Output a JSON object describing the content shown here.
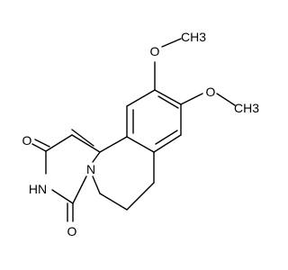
{
  "structure": {
    "atoms": {
      "o_carbonyl_top": "O",
      "nh": "HN",
      "o_carbonyl_bottom": "O",
      "nitrogen": "N",
      "o_methoxy_upper": "O",
      "o_methoxy_lower": "O"
    },
    "groups": {
      "methyl_upper": "CH3",
      "methyl_lower": "CH3"
    }
  },
  "style": {
    "bond_color": "#000000",
    "background": "#ffffff"
  }
}
